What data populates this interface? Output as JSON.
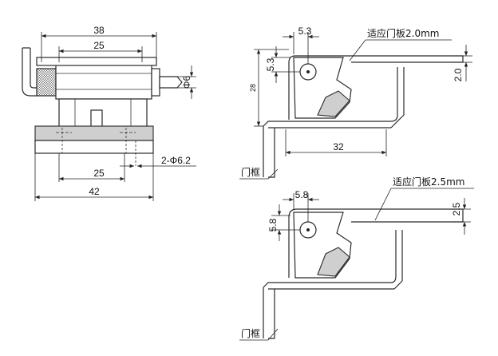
{
  "front_view": {
    "dim_overall_top": "38",
    "dim_inner_top": "25",
    "dim_pin_diameter": "Φ6",
    "dim_holes": "2-Φ6.2",
    "dim_hole_spacing": "25",
    "dim_overall_bottom": "42"
  },
  "section_upper": {
    "dim_offset": "5.3",
    "dim_offset_vertical": "5.3",
    "dim_height": "28",
    "dim_width": "32",
    "dim_plate_thickness": "2.0",
    "door_note": "适应门板2.0mm",
    "frame_label": "门框"
  },
  "section_lower": {
    "dim_offset": "5.8",
    "dim_offset_vertical": "5.8",
    "dim_plate_thickness": "2.5",
    "door_note": "适应门板2.5mm",
    "frame_label": "门框"
  }
}
